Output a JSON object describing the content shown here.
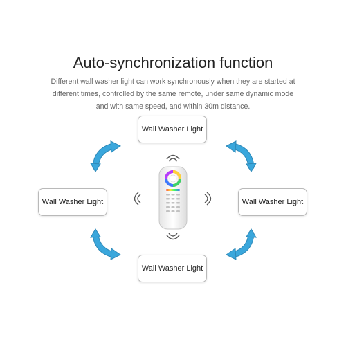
{
  "title": "Auto-synchronization function",
  "description": {
    "line1": "Different wall washer light can work synchronously when they are started at",
    "line2": "different times, controlled by the same remote, under same dynamic mode",
    "line3": "and with same speed, and within 30m distance."
  },
  "devices": {
    "top": "Wall Washer Light",
    "left": "Wall Washer Light",
    "right": "Wall Washer Light",
    "bottom": "Wall Washer Light"
  },
  "colors": {
    "arrow": "#3aa7dc",
    "arrow_outline": "#2f89b8",
    "box_border": "#b9b9b9",
    "title": "#222222",
    "body_text": "#666666"
  },
  "icons": {
    "arrows": "curved-double-arrow-icon",
    "signal": "wireless-signal-icon",
    "remote": "rgb-remote-control-icon"
  }
}
